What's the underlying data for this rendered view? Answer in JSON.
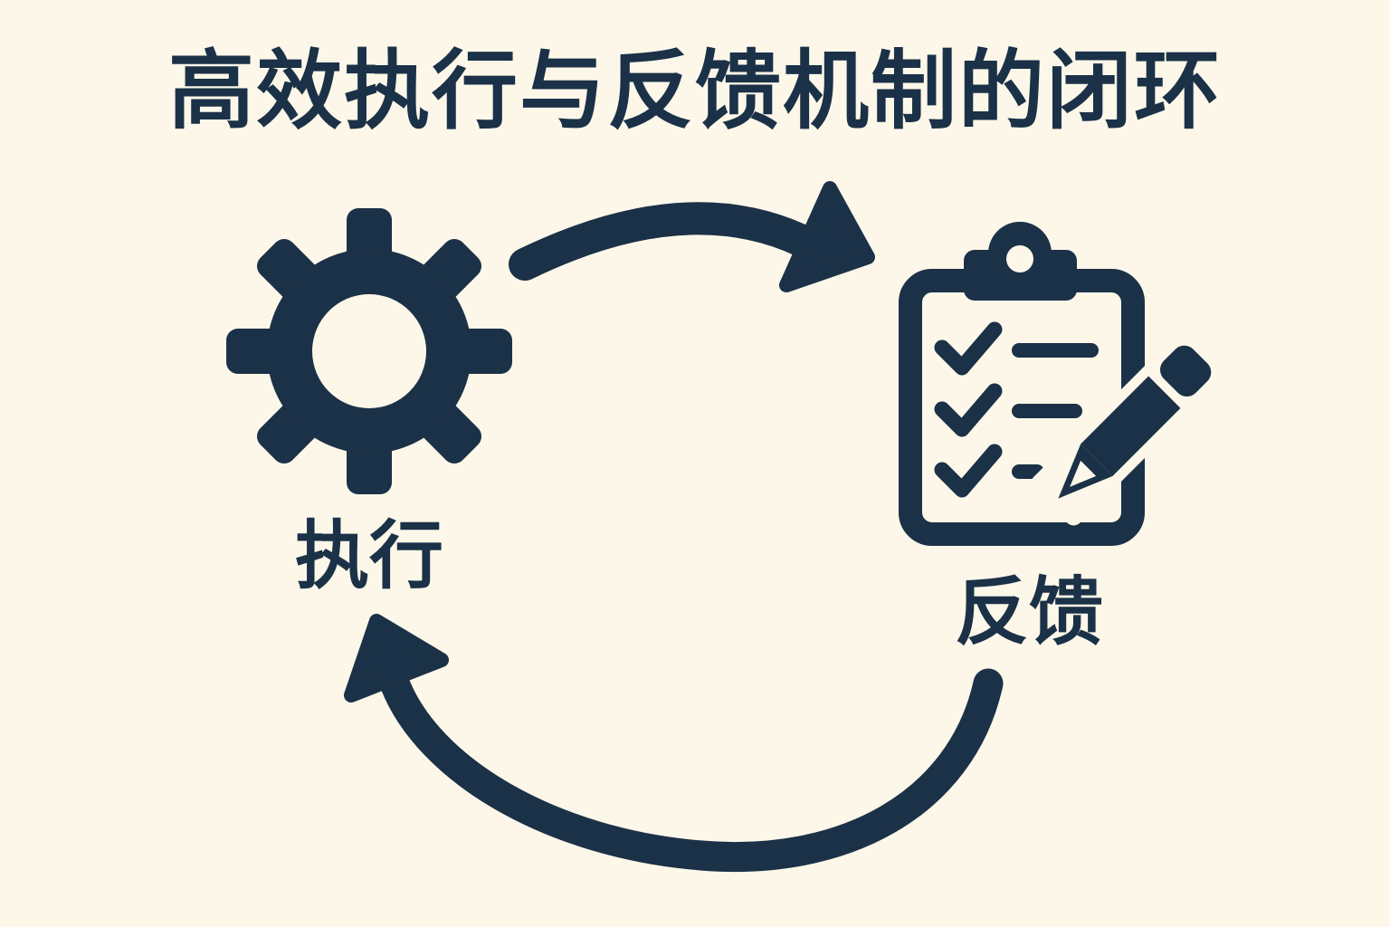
{
  "title": "高效执行与反馈机制的闭环",
  "diagram": {
    "type": "cycle",
    "nodes": [
      {
        "id": "execution",
        "label": "执行",
        "icon": "gear-icon"
      },
      {
        "id": "feedback",
        "label": "反馈",
        "icon": "clipboard-checklist-pencil-icon"
      }
    ],
    "edges": [
      {
        "from": "execution",
        "to": "feedback",
        "style": "curved-arrow-top"
      },
      {
        "from": "feedback",
        "to": "execution",
        "style": "curved-arrow-bottom"
      }
    ]
  },
  "colors": {
    "background": "#FCF7E9",
    "ink": "#1B3147"
  }
}
